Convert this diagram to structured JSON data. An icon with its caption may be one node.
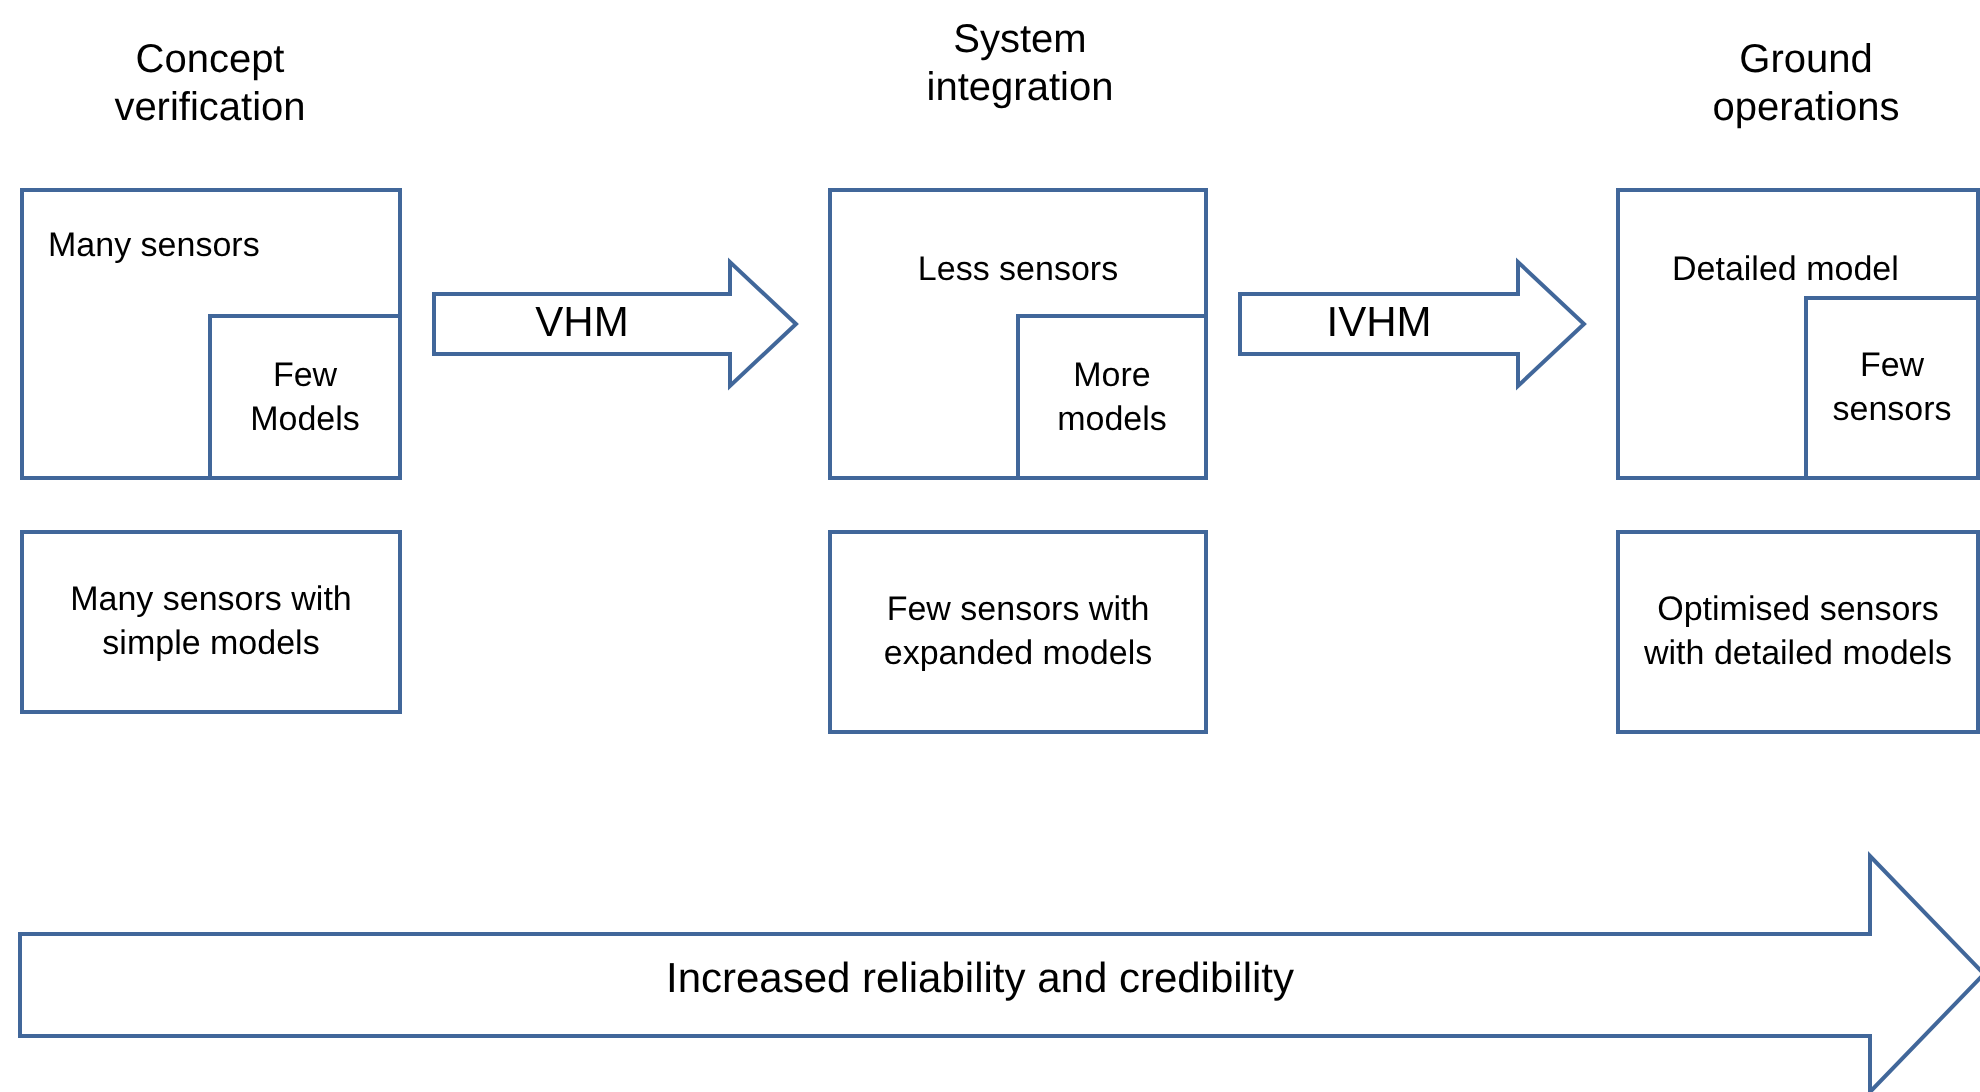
{
  "diagram": {
    "nodes": [
      {
        "text": [
          "Concept verification",
          "Many sensors"
        ]
      },
      {
        "text": [
          "Few Models"
        ],
        "in": 0
      },
      {
        "text": [
          "Many sensors with simple models"
        ]
      },
      {
        "text": [
          "System integration",
          "Less sensors"
        ]
      },
      {
        "text": [
          "More models"
        ],
        "in": 3
      },
      {
        "text": [
          "Few sensors with expanded models"
        ]
      },
      {
        "text": [
          "Ground operations",
          "Detailed model"
        ]
      },
      {
        "text": [
          "Few sensors"
        ],
        "in": 6
      },
      {
        "text": [
          "Optimised sensors with detailed models"
        ]
      },
      {
        "text": [
          "Increased reliability and credibility"
        ]
      }
    ],
    "edges": [
      {
        "from": 0,
        "to": 3,
        "arrow": "to",
        "label": "VHM"
      },
      {
        "from": 3,
        "to": 6,
        "arrow": "to",
        "label": "IVHM"
      }
    ]
  }
}
